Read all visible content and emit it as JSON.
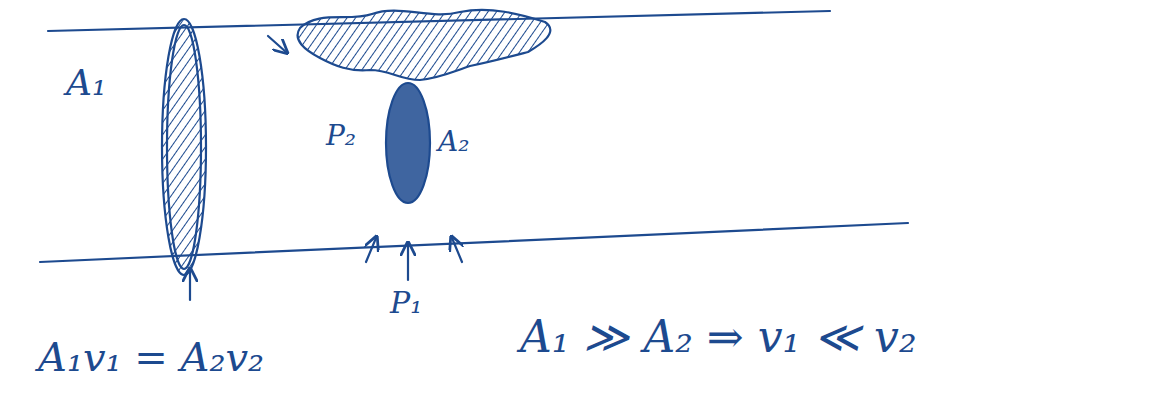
{
  "diagram": {
    "labels": [
      "A₁",
      "P₂",
      "A₂",
      "P₁",
      "A₁v₁ = A₂v₂",
      "A₁ ≫ A₂ ⇒ v₁ ≪ v₂"
    ]
  }
}
